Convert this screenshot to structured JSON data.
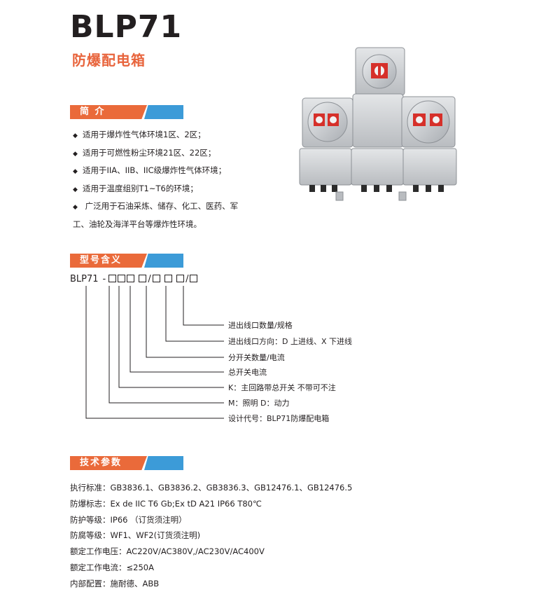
{
  "product": {
    "model": "BLP71",
    "name": "防爆配电箱"
  },
  "sections": {
    "intro": "简 介",
    "model_meaning": "型号含义",
    "tech_params": "技术参数"
  },
  "intro_items": [
    "适用于爆炸性气体环境1区、2区；",
    "适用于可燃性粉尘环境21区、22区；",
    "适用于IIA、IIB、IIC级爆炸性气体环境；",
    "适用于温度组别T1~T6的环境；",
    " 广泛用于石油采炼、储存、化工、医药、军"
  ],
  "intro_continuation": "工、油轮及海洋平台等爆炸性环境。",
  "model_code": {
    "prefix": "BLP71",
    "dash": "-"
  },
  "model_legend": [
    "进出线口数量/规格",
    "进出线口方向：D 上进线、X 下进线",
    "分开关数量/电流",
    "总开关电流",
    "K：主回路带总开关 不带可不注",
    "M：照明   D：动力",
    "设计代号：BLP71防爆配电箱"
  ],
  "tech_params": [
    "执行标准：GB3836.1、GB3836.2、GB3836.3、GB12476.1、GB12476.5",
    "防爆标志：Ex de IIC T6 Gb;Ex tD A21 IP66 T80℃",
    "防护等级：IP66 （订货须注明）",
    "防腐等级：WF1、WF2(订货须注明)",
    "额定工作电压：AC220V/AC380V,/AC230V/AC400V",
    "额定工作电流：≤250A",
    "内部配置：施耐德、ABB"
  ],
  "colors": {
    "accent_orange": "#ea6a3a",
    "accent_blue": "#3c9bd8",
    "subtitle_orange": "#e8643c",
    "text": "#231f20"
  }
}
